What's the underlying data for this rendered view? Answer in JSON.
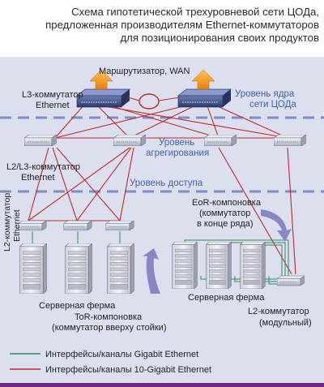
{
  "title": {
    "line1": "Схема гипотетической трехуровневой сети ЦОДа,",
    "line2": "предложенная производителям Ethernet-коммутаторов",
    "line3": "для позиционирования своих продуктов"
  },
  "labels": {
    "router_wan": "Маршрутизатор, WAN",
    "l3_switch_1": "L3-коммутатор",
    "l3_switch_2": "Ethernet",
    "core_level_1": "Уровень ядра",
    "core_level_2": "сети ЦОДа",
    "aggregation_level_1": "Уровень",
    "aggregation_level_2": "агрегирования",
    "l2l3_switch_1": "L2/L3-коммутатор",
    "l2l3_switch_2": "Ethernet",
    "access_level": "Уровень доступа",
    "l2_vertical_1": "L2-коммутатор",
    "l2_vertical_2": "Ethernet",
    "eor_1": "EoR-компоновка",
    "eor_2": "(коммутатор",
    "eor_3": "в конце ряда)",
    "server_farm_left": "Серверная ферма",
    "server_farm_right": "Серверная ферма",
    "tor_1": "ToR-компоновка",
    "tor_2": "(коммутатор вверху стойки)",
    "l2_modular_1": "L2-коммутатор",
    "l2_modular_2": "(модульный)"
  },
  "legend": {
    "gigabit": "Интерфейсы/каналы Gigabit Ethernet",
    "ten_gigabit": "Интерфейсы/каналы 10-Gigabit Ethernet"
  },
  "colors": {
    "background": "#dce0ee",
    "gigabit_line": "#2e8a5a",
    "ten_gigabit_line": "#c0282a",
    "level_divider": "#7b8cc7",
    "level_text": "#3f5fa8",
    "arrow_orange": "#f39a1e",
    "curved_arrow": "#8a86c4",
    "frame_bottom": "#6c2a80"
  },
  "icons": {
    "core_switch": "l3-switch-icon",
    "agg_switch": "l2l3-switch-icon",
    "tor_switch": "tor-switch-icon",
    "server_rack": "server-rack-icon",
    "router": "router-ring-icon",
    "wan_arrow": "up-arrow-icon",
    "curved_arrow": "curved-arrow-icon"
  }
}
